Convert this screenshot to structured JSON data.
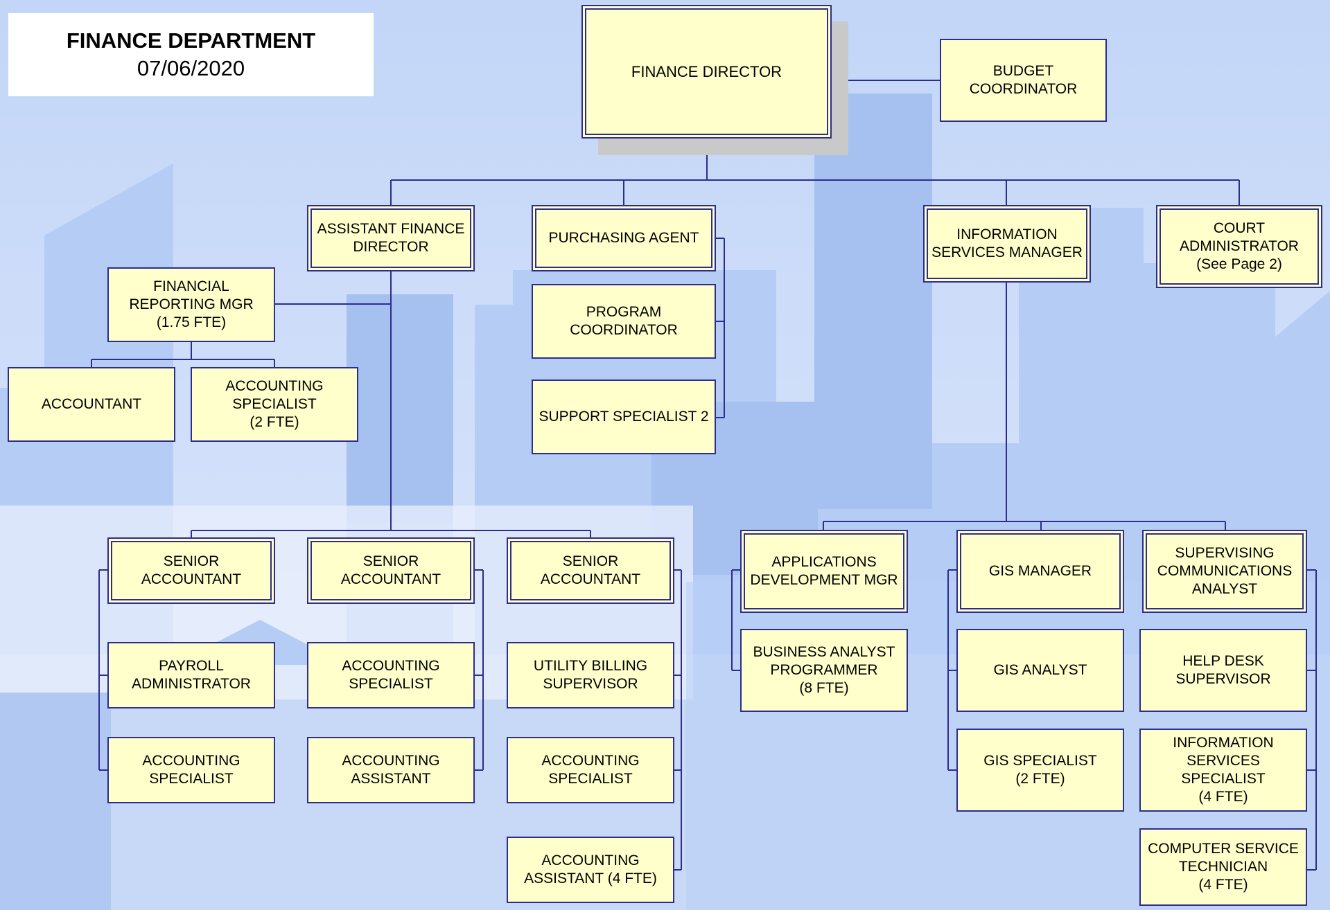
{
  "header": {
    "title": "FINANCE DEPARTMENT",
    "date": "07/06/2020"
  },
  "boxes": {
    "finance_director": "FINANCE DIRECTOR",
    "budget_coordinator": "BUDGET\nCOORDINATOR",
    "assistant_finance_director": "ASSISTANT FINANCE\nDIRECTOR",
    "purchasing_agent": "PURCHASING AGENT",
    "information_services_manager": "INFORMATION\nSERVICES MANAGER",
    "court_administrator": "COURT\nADMINISTRATOR\n(See Page 2)",
    "financial_reporting_mgr": "FINANCIAL\nREPORTING MGR\n(1.75 FTE)",
    "accountant": "ACCOUNTANT",
    "accounting_specialist_2fte": "ACCOUNTING\nSPECIALIST\n(2 FTE)",
    "program_coordinator": "PROGRAM\nCOORDINATOR",
    "support_specialist_2": "SUPPORT SPECIALIST 2",
    "senior_accountant_1": "SENIOR\nACCOUNTANT",
    "senior_accountant_2": "SENIOR\nACCOUNTANT",
    "senior_accountant_3": "SENIOR\nACCOUNTANT",
    "payroll_administrator": "PAYROLL\nADMINISTRATOR",
    "accounting_specialist_a": "ACCOUNTING\nSPECIALIST",
    "accounting_specialist_b": "ACCOUNTING\nSPECIALIST",
    "accounting_assistant": "ACCOUNTING\nASSISTANT",
    "utility_billing_supervisor": "UTILITY BILLING\nSUPERVISOR",
    "accounting_specialist_c": "ACCOUNTING\nSPECIALIST",
    "accounting_assistant_4fte": "ACCOUNTING\nASSISTANT (4 FTE)",
    "applications_development_mgr": "APPLICATIONS\nDEVELOPMENT MGR",
    "business_analyst_programmer": "BUSINESS ANALYST\nPROGRAMMER\n(8 FTE)",
    "gis_manager": "GIS MANAGER",
    "gis_analyst": "GIS ANALYST",
    "gis_specialist": "GIS SPECIALIST\n(2 FTE)",
    "supervising_communications_analyst": "SUPERVISING\nCOMMUNICATIONS\nANALYST",
    "help_desk_supervisor": "HELP DESK\nSUPERVISOR",
    "information_services_specialist": "INFORMATION\nSERVICES SPECIALIST\n(4 FTE)",
    "computer_service_technician": "COMPUTER SERVICE\nTECHNICIAN\n(4 FTE)"
  },
  "colors": {
    "box_fill": "#ffffcc",
    "box_border": "#2d2d8e",
    "line": "#2d2d8e",
    "background": "#ccdcf8"
  }
}
